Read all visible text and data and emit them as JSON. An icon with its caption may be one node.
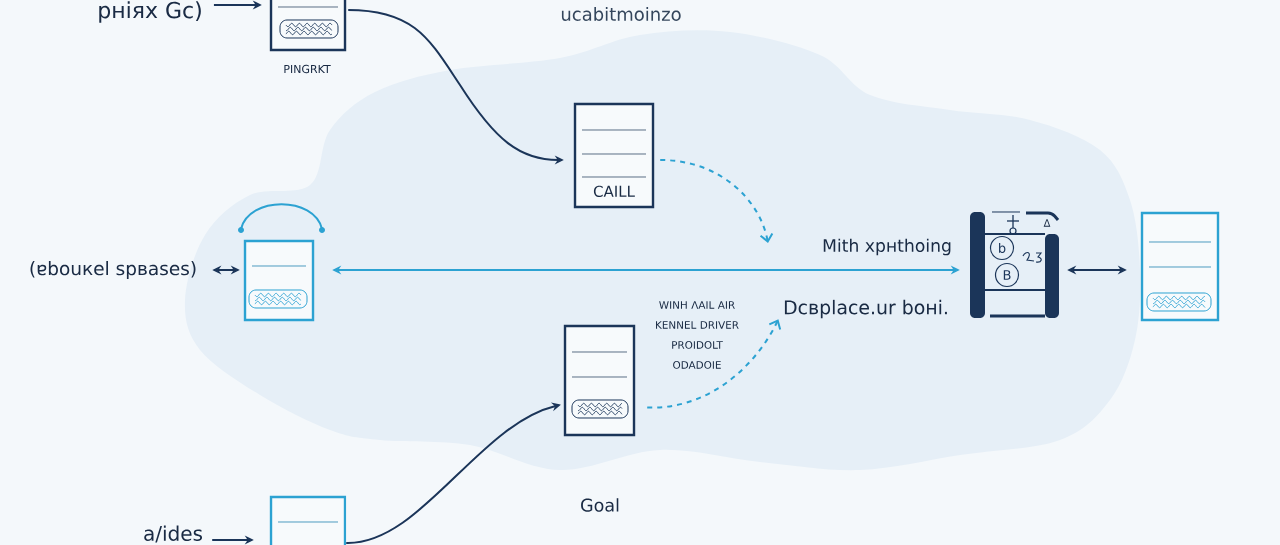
{
  "diagram": {
    "title": "ucabitmoinzo",
    "nodes": [
      {
        "text": [
          "pнiяx Gc)"
        ]
      },
      {
        "text": [],
        "shape": "box",
        "beside": [
          "PINGRKT"
        ]
      },
      {
        "text": [
          "CAILL"
        ]
      },
      {
        "text": [
          "(ɐbouкel spвases)"
        ]
      },
      {
        "text": [],
        "shape": "box"
      },
      {
        "text": [],
        "shape": "picture"
      },
      {
        "text": [],
        "shape": "box"
      },
      {
        "text": [
          "Dcвplace.ur boнi."
        ]
      },
      {
        "text": [],
        "shape": "box",
        "beside": [
          "WINH ΛAIL AIR KENNEL DRIVER PROIDOLT ODADOIE"
        ]
      },
      {
        "text": [
          "a/ides"
        ]
      },
      {
        "text": [],
        "shape": "box"
      }
    ],
    "edges": [
      {
        "from": 0,
        "to": 1,
        "arrow": "to"
      },
      {
        "from": 1,
        "to": 2,
        "arrow": "to"
      },
      {
        "from": 2,
        "to": null,
        "arrow": "to",
        "style": "dashed",
        "color": "#2ca2d2"
      },
      {
        "from": 3,
        "to": 4,
        "arrow": "both"
      },
      {
        "from": 5,
        "to": 4,
        "arrow": "both",
        "label": "Mith xpнthoing",
        "color": "#2ca2d2"
      },
      {
        "from": 5,
        "to": 6,
        "arrow": "both"
      },
      {
        "from": 8,
        "to": 7,
        "arrow": "to",
        "style": "dashed",
        "color": "#2ca2d2"
      },
      {
        "from": 9,
        "to": 10,
        "arrow": "to"
      },
      {
        "from": 10,
        "to": 8,
        "arrow": "to"
      }
    ],
    "labels": [
      "Δ",
      "b",
      "B",
      "Goal"
    ]
  }
}
